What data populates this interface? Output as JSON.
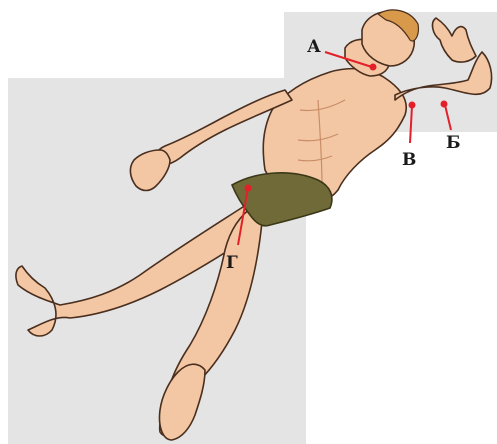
{
  "colors": {
    "panel": "#e4e4e4",
    "skin": "#f3c7a3",
    "skin_shadow": "#d9a27c",
    "outline": "#4a2e1e",
    "hair": "#d89a4a",
    "briefs": "#6f6a37",
    "marker": "#e3202a",
    "label": "#1a1a1a"
  },
  "markers": [
    {
      "label": "А",
      "site": "neck"
    },
    {
      "label": "Б",
      "site": "upper-arm"
    },
    {
      "label": "В",
      "site": "armpit"
    },
    {
      "label": "Г",
      "site": "groin"
    }
  ]
}
